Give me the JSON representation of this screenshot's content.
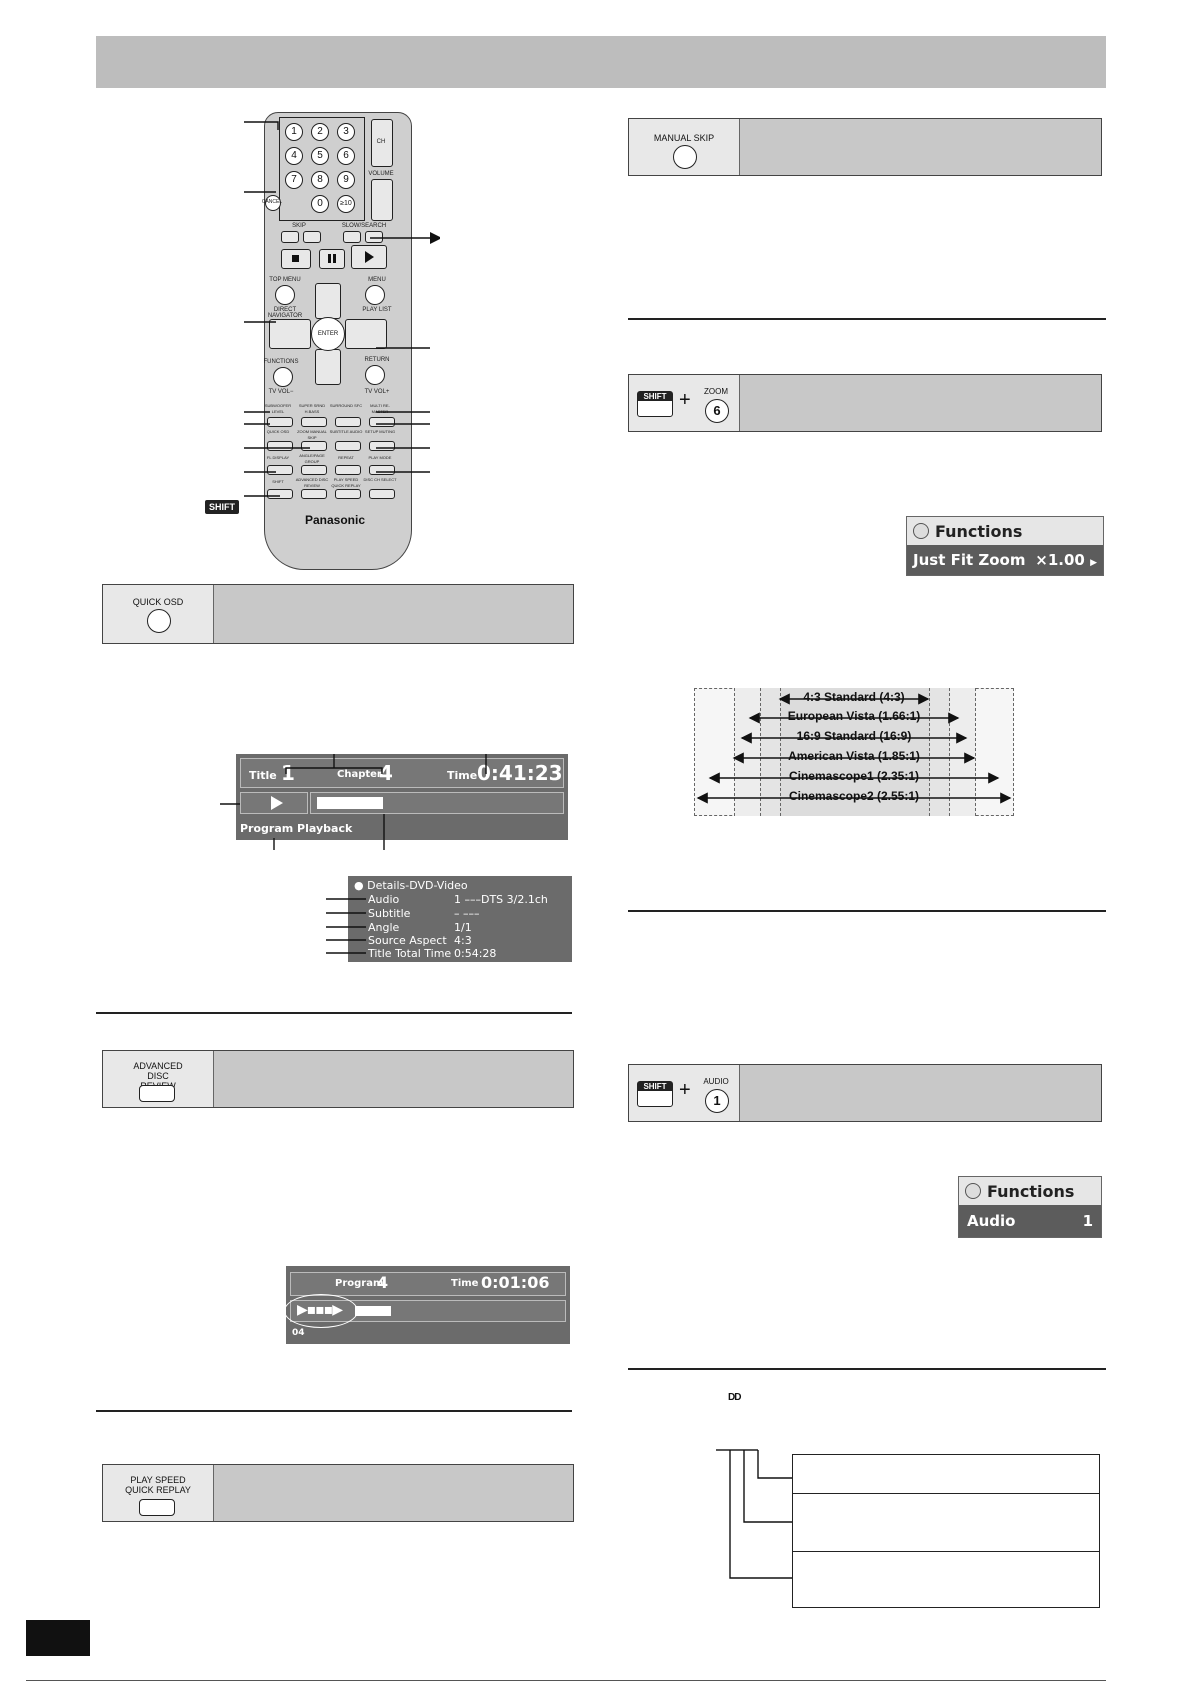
{
  "header": {
    "title": ""
  },
  "remote": {
    "digits": [
      "1",
      "2",
      "3",
      "4",
      "5",
      "6",
      "7",
      "8",
      "9",
      "0",
      "≥10"
    ],
    "ch_label": "CH",
    "volume_label": "VOLUME",
    "cancel_label": "CANCEL",
    "skip_label": "SKIP",
    "slow_search_label": "SLOW/SEARCH",
    "top_menu_label": "TOP MENU",
    "menu_label": "MENU",
    "direct_navigator_label": "DIRECT NAVIGATOR",
    "play_list_label": "PLAY LIST",
    "enter_label": "ENTER",
    "functions_label": "FUNCTIONS",
    "return_label": "RETURN",
    "tv_vol_minus": "TV VOL−",
    "tv_vol_plus": "TV VOL+",
    "row1_labels": [
      "SUBWOOFER LEVEL",
      "SUPER SRND H.BASS",
      "SURROUND SFC",
      "MULTI RE-MASTER"
    ],
    "row2_labels": [
      "QUICK OSD",
      "ZOOM MANUAL SKIP",
      "SUBTITLE AUDIO",
      "SETUP MUTING"
    ],
    "row3_labels": [
      "FL DISPLAY",
      "ANGLE/PAGE GROUP",
      "REPEAT",
      "PLAY MODE"
    ],
    "row4_labels": [
      "SHIFT",
      "ADVANCED DISC REVIEW",
      "PLAY SPEED QUICK REPLAY",
      "DISC CH SELECT"
    ],
    "brand": "Panasonic",
    "shift_tag": "SHIFT"
  },
  "quick_osd_box": {
    "label": "QUICK OSD"
  },
  "osd_display": {
    "title_label": "Title",
    "title_value": "1",
    "chapter_label": "Chapter",
    "chapter_value": "4",
    "time_label": "Time",
    "time_value": "0:41:23",
    "mode": "Program Playback"
  },
  "details_panel": {
    "header": "● Details-DVD-Video",
    "rows": [
      {
        "name": "Audio",
        "value": "1  –––DTS 3/2.1ch"
      },
      {
        "name": "Subtitle",
        "value": "–  –––"
      },
      {
        "name": "Angle",
        "value": "1/1"
      },
      {
        "name": "Source Aspect",
        "value": "4:3"
      },
      {
        "name": "Title Total Time",
        "value": "0:54:28"
      }
    ]
  },
  "adv_review_box": {
    "label": "ADVANCED DISC REVIEW"
  },
  "adv_osd": {
    "program_label": "Program",
    "program_value": "4",
    "time_label": "Time",
    "time_value": "0:01:06",
    "footer": "04"
  },
  "play_speed_box": {
    "label": "PLAY SPEED QUICK REPLAY"
  },
  "manual_skip_box": {
    "label": "MANUAL SKIP"
  },
  "zoom_box": {
    "shift": "SHIFT",
    "plus": "+",
    "key_label": "ZOOM",
    "key_digit": "6"
  },
  "functions_zoom": {
    "head": "Functions",
    "item": "Just Fit Zoom",
    "value": "×1.00"
  },
  "aspect_list": [
    "4:3 Standard (4:3)",
    "European Vista (1.66:1)",
    "16:9 Standard (16:9)",
    "American Vista (1.85:1)",
    "Cinemascope1 (2.35:1)",
    "Cinemascope2 (2.55:1)"
  ],
  "audio_box": {
    "shift": "SHIFT",
    "plus": "+",
    "key_label": "AUDIO",
    "key_digit": "1"
  },
  "functions_audio": {
    "head": "Functions",
    "item": "Audio",
    "value": "1"
  },
  "dolby_mark": "DD",
  "page_number": ""
}
